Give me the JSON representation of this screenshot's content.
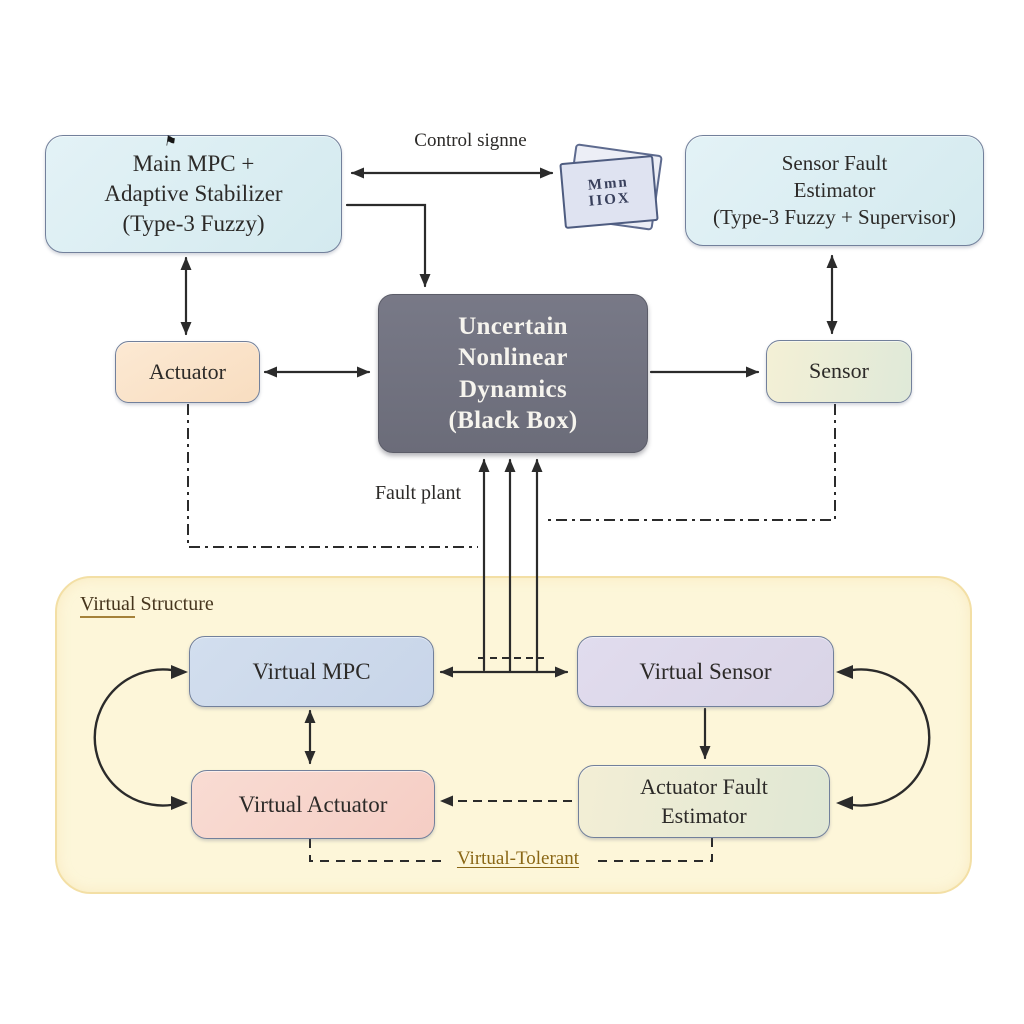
{
  "nodes": {
    "main_mpc": {
      "lines": [
        "Main MPC +",
        "Adaptive Stabilizer",
        "(Type-3 Fuzzy)"
      ],
      "fill": "#dff0f4"
    },
    "sensor_fault_estimator": {
      "lines": [
        "Sensor Fault",
        "Estimator",
        "(Type-3 Fuzzy + Supervisor)"
      ],
      "fill": "#dff0f4"
    },
    "plant": {
      "lines": [
        "Uncertain",
        "Nonlinear",
        "Dynamics",
        "(Black Box)"
      ],
      "fill": "#71727f",
      "text_color": "#f6f4ee"
    },
    "actuator": {
      "lines": [
        "Actuator"
      ],
      "fill": "#fae4ca"
    },
    "sensor": {
      "lines": [
        "Sensor"
      ],
      "fill": "#ecefd8"
    },
    "virtual_mpc": {
      "lines": [
        "Virtual MPC"
      ],
      "fill": "#cdd9ec"
    },
    "virtual_sensor": {
      "lines": [
        "Virtual Sensor"
      ],
      "fill": "#ded9ea"
    },
    "virtual_actuator": {
      "lines": [
        "Virtual Actuator"
      ],
      "fill": "#f8d5cb"
    },
    "actuator_fault_estimator": {
      "lines": [
        "Actuator Fault",
        "Estimator"
      ],
      "fill": "#e9ecd8"
    }
  },
  "labels": {
    "control_signal": "Control signne",
    "fault_plant": "Fault plant",
    "virtual_structure": {
      "word_underlined": "Virtual",
      "word_rest": "Structure"
    },
    "virtual_tolerant": "Virtual-Tolerant"
  },
  "document_icon": {
    "lines": [
      "Mmn",
      "IIOX"
    ]
  },
  "decorations": {
    "flag_glyph": "⚑"
  },
  "colors": {
    "arrow": "#2b2b2b",
    "container_fill": "#fdf6d9",
    "container_border": "#f3dfa5",
    "accent_underline": "#8a6716",
    "plant_fill": "#71727f"
  }
}
